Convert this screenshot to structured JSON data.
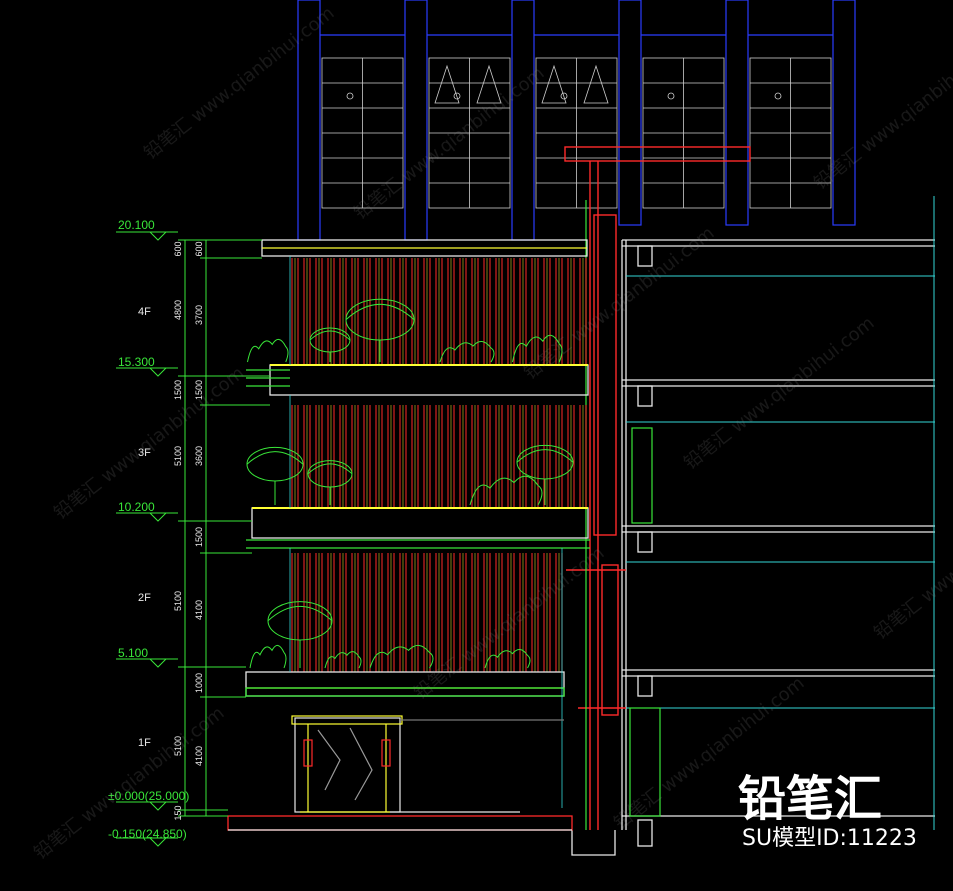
{
  "elevations": [
    {
      "label": "20.100"
    },
    {
      "label": "15.300"
    },
    {
      "label": "10.200"
    },
    {
      "label": "5.100"
    },
    {
      "label": "±0.000(25.000)"
    },
    {
      "label": "-0.150(24.850)"
    }
  ],
  "floors": [
    {
      "label": "4F"
    },
    {
      "label": "3F"
    },
    {
      "label": "2F"
    },
    {
      "label": "1F"
    }
  ],
  "outer_dims": [
    "600",
    "4800",
    "1500",
    "5100",
    "5100",
    "5100",
    "150"
  ],
  "inner_dims": [
    "3700",
    "1500",
    "3600",
    "1500",
    "4100",
    "1000",
    "4100"
  ],
  "watermark": {
    "brand": "铅笔汇",
    "id_text": "SU模型ID:11223",
    "url": "www.qianbihui.com"
  },
  "colors": {
    "background": "#000000",
    "level_green": "#39e639",
    "facade_red": "#ff2a2a",
    "window_blue": "#2a3cff",
    "frame_white": "#e8e8e8",
    "accent_yellow": "#ffff33",
    "glass_cyan": "#33d6d6"
  }
}
